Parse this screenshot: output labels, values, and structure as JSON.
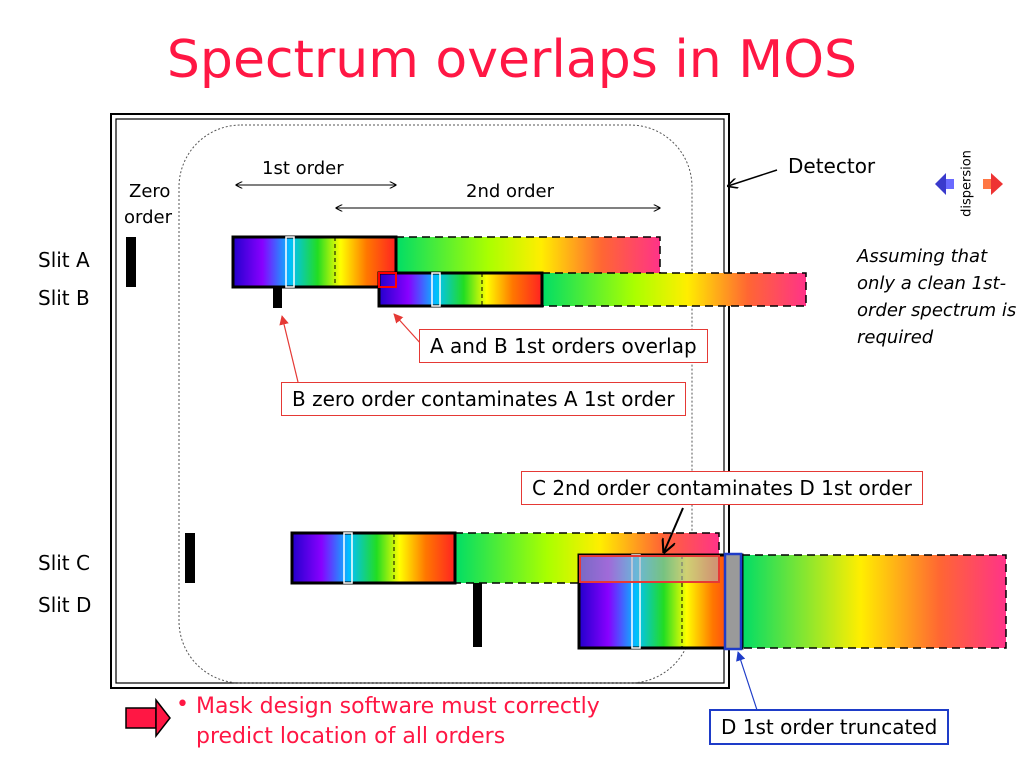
{
  "title": "Spectrum overlaps in MOS",
  "labels": {
    "first_order": "1st order",
    "second_order": "2nd order",
    "zero_order_line1": "Zero",
    "zero_order_line2": "order",
    "detector": "Detector",
    "dispersion": "dispersion"
  },
  "slits": [
    "Slit A",
    "Slit B",
    "Slit C",
    "Slit D"
  ],
  "note": "Assuming that only a clean 1st-order spectrum is required",
  "callouts": {
    "ab_overlap": "A and B 1st orders overlap",
    "b_zero": "B zero order contaminates A 1st order",
    "c_second": "C 2nd order contaminates D 1st order",
    "d_truncated": "D 1st order truncated"
  },
  "bullet": {
    "marker": "•",
    "text": "Mask design software must correctly predict location of all orders"
  },
  "colors": {
    "title": "#ff1744",
    "callout_border": "#e53935",
    "truncation_box": "#1e3cc8"
  },
  "icons": [
    "dispersion-left-arrow-icon",
    "dispersion-right-arrow-icon",
    "block-arrow-icon"
  ]
}
